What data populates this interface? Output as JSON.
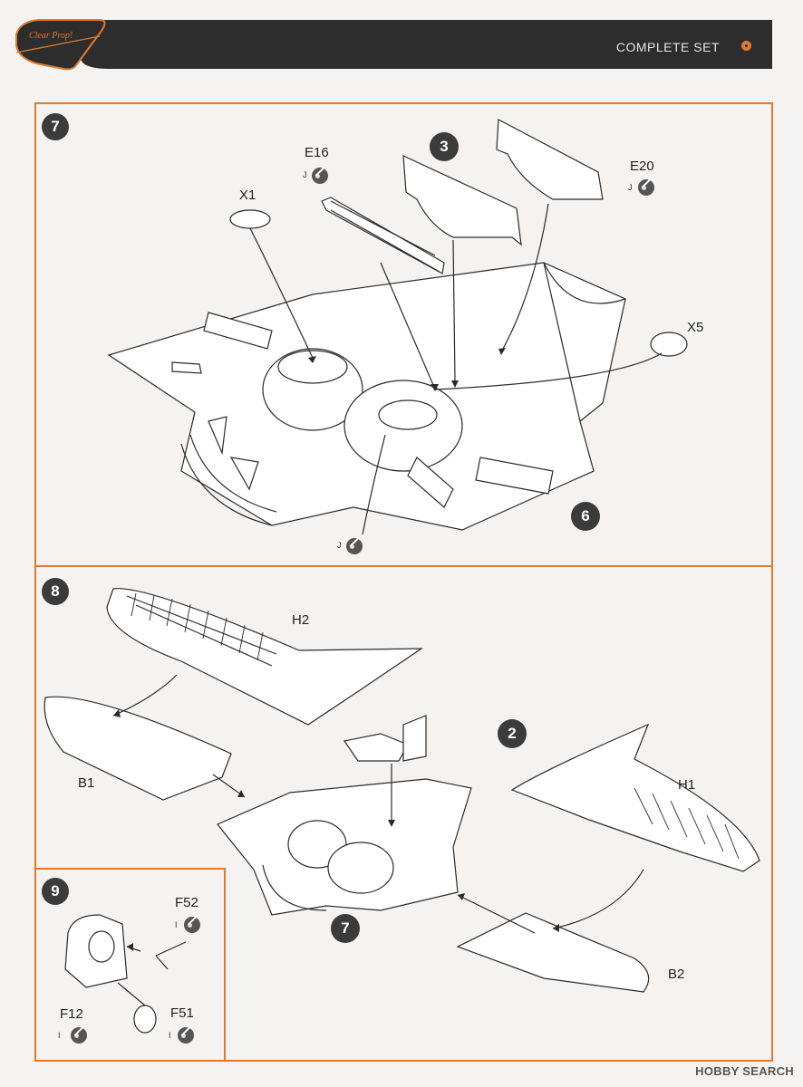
{
  "header": {
    "logo_text": "Clear Prop!",
    "title": "COMPLETE SET",
    "bar_color": "#2d2d2d",
    "accent_color": "#e07a2e"
  },
  "steps": {
    "step7": {
      "number": "7",
      "parts": {
        "e16": "E16",
        "e20": "E20",
        "x1": "X1",
        "x5": "X5"
      },
      "sub_assemblies": {
        "left": "3",
        "right": "6"
      },
      "paint_code": "J"
    },
    "step8": {
      "number": "8",
      "parts": {
        "h2": "H2",
        "b1": "B1",
        "h1": "H1",
        "b2": "B2"
      },
      "sub_assemblies": {
        "top": "2",
        "bottom": "7"
      }
    },
    "step9": {
      "number": "9",
      "parts": {
        "f52": "F52",
        "f12": "F12",
        "f51": "F51"
      },
      "paint_code": "I"
    }
  },
  "watermark": "HOBBY SEARCH"
}
